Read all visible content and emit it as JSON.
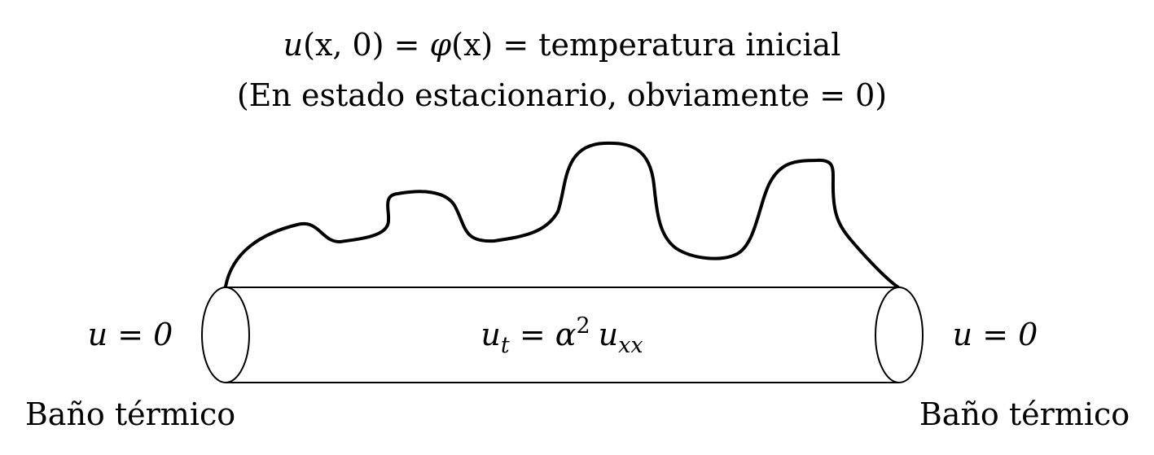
{
  "header": {
    "line1": {
      "u": "u",
      "args": "(x, 0) = ",
      "phi": "φ",
      "phi_arg": "(x) = ",
      "text": "temperatura inicial"
    },
    "line2": "(En estado estacionario, obviamente = 0)"
  },
  "rod": {
    "equation": {
      "u": "u",
      "sub_t": "t",
      "eq": " = ",
      "alpha": "α",
      "sup2": "2",
      "u2": "u",
      "sub_xx": "xx"
    }
  },
  "left_boundary": {
    "condition": "u = 0",
    "label": "Baño térmico"
  },
  "right_boundary": {
    "condition": "u = 0",
    "label": "Baño térmico"
  },
  "colors": {
    "ink": "#000000",
    "background": "#ffffff"
  }
}
